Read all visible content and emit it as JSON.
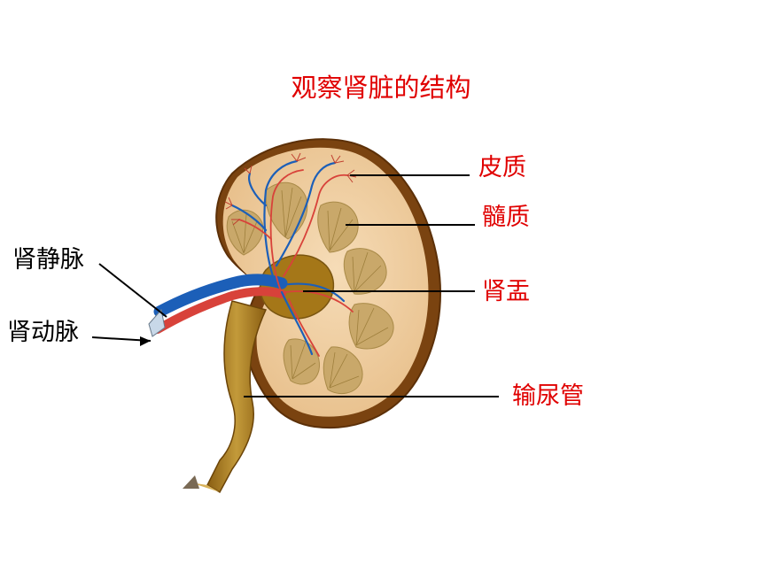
{
  "title": "观察肾脏的结构",
  "labels": {
    "cortex": "皮质",
    "medulla": "髓质",
    "pelvis": "肾盂",
    "ureter": "输尿管",
    "renal_vein": "肾静脉",
    "renal_artery": "肾动脉"
  },
  "colors": {
    "title": "#e00000",
    "right_labels": "#e00000",
    "left_labels": "#000000",
    "vein": "#1c5fb8",
    "artery": "#d8423a",
    "cortex_fill": "#f2d2a6",
    "capsule": "#7a4310",
    "pyramid": "#c9a86a",
    "ureter": "#a7781c"
  }
}
